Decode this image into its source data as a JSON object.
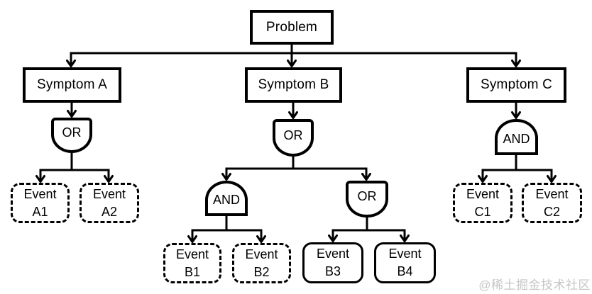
{
  "colors": {
    "line": "#000000",
    "background": "#ffffff",
    "watermark": "#c6c6c6"
  },
  "diagram": {
    "problem": {
      "label": "Problem"
    },
    "symptoms": [
      {
        "label": "Symptom A"
      },
      {
        "label": "Symptom B"
      },
      {
        "label": "Symptom C"
      }
    ],
    "gates": [
      {
        "id": "gate-under-symptom-a",
        "type": "OR",
        "label": "OR"
      },
      {
        "id": "gate-under-symptom-b",
        "type": "OR",
        "label": "OR"
      },
      {
        "id": "gate-b-left",
        "type": "AND",
        "label": "AND"
      },
      {
        "id": "gate-b-right",
        "type": "OR",
        "label": "OR"
      },
      {
        "id": "gate-under-symptom-c",
        "type": "AND",
        "label": "AND"
      }
    ],
    "events": [
      {
        "id": "a1",
        "line1": "Event",
        "line2": "A1",
        "outline": "dashed"
      },
      {
        "id": "a2",
        "line1": "Event",
        "line2": "A2",
        "outline": "dashed"
      },
      {
        "id": "b1",
        "line1": "Event",
        "line2": "B1",
        "outline": "dashed"
      },
      {
        "id": "b2",
        "line1": "Event",
        "line2": "B2",
        "outline": "dashed"
      },
      {
        "id": "b3",
        "line1": "Event",
        "line2": "B3",
        "outline": "solid"
      },
      {
        "id": "b4",
        "line1": "Event",
        "line2": "B4",
        "outline": "solid"
      },
      {
        "id": "c1",
        "line1": "Event",
        "line2": "C1",
        "outline": "dashed"
      },
      {
        "id": "c2",
        "line1": "Event",
        "line2": "C2",
        "outline": "dashed"
      }
    ],
    "watermark": "@稀土掘金技术社区"
  }
}
